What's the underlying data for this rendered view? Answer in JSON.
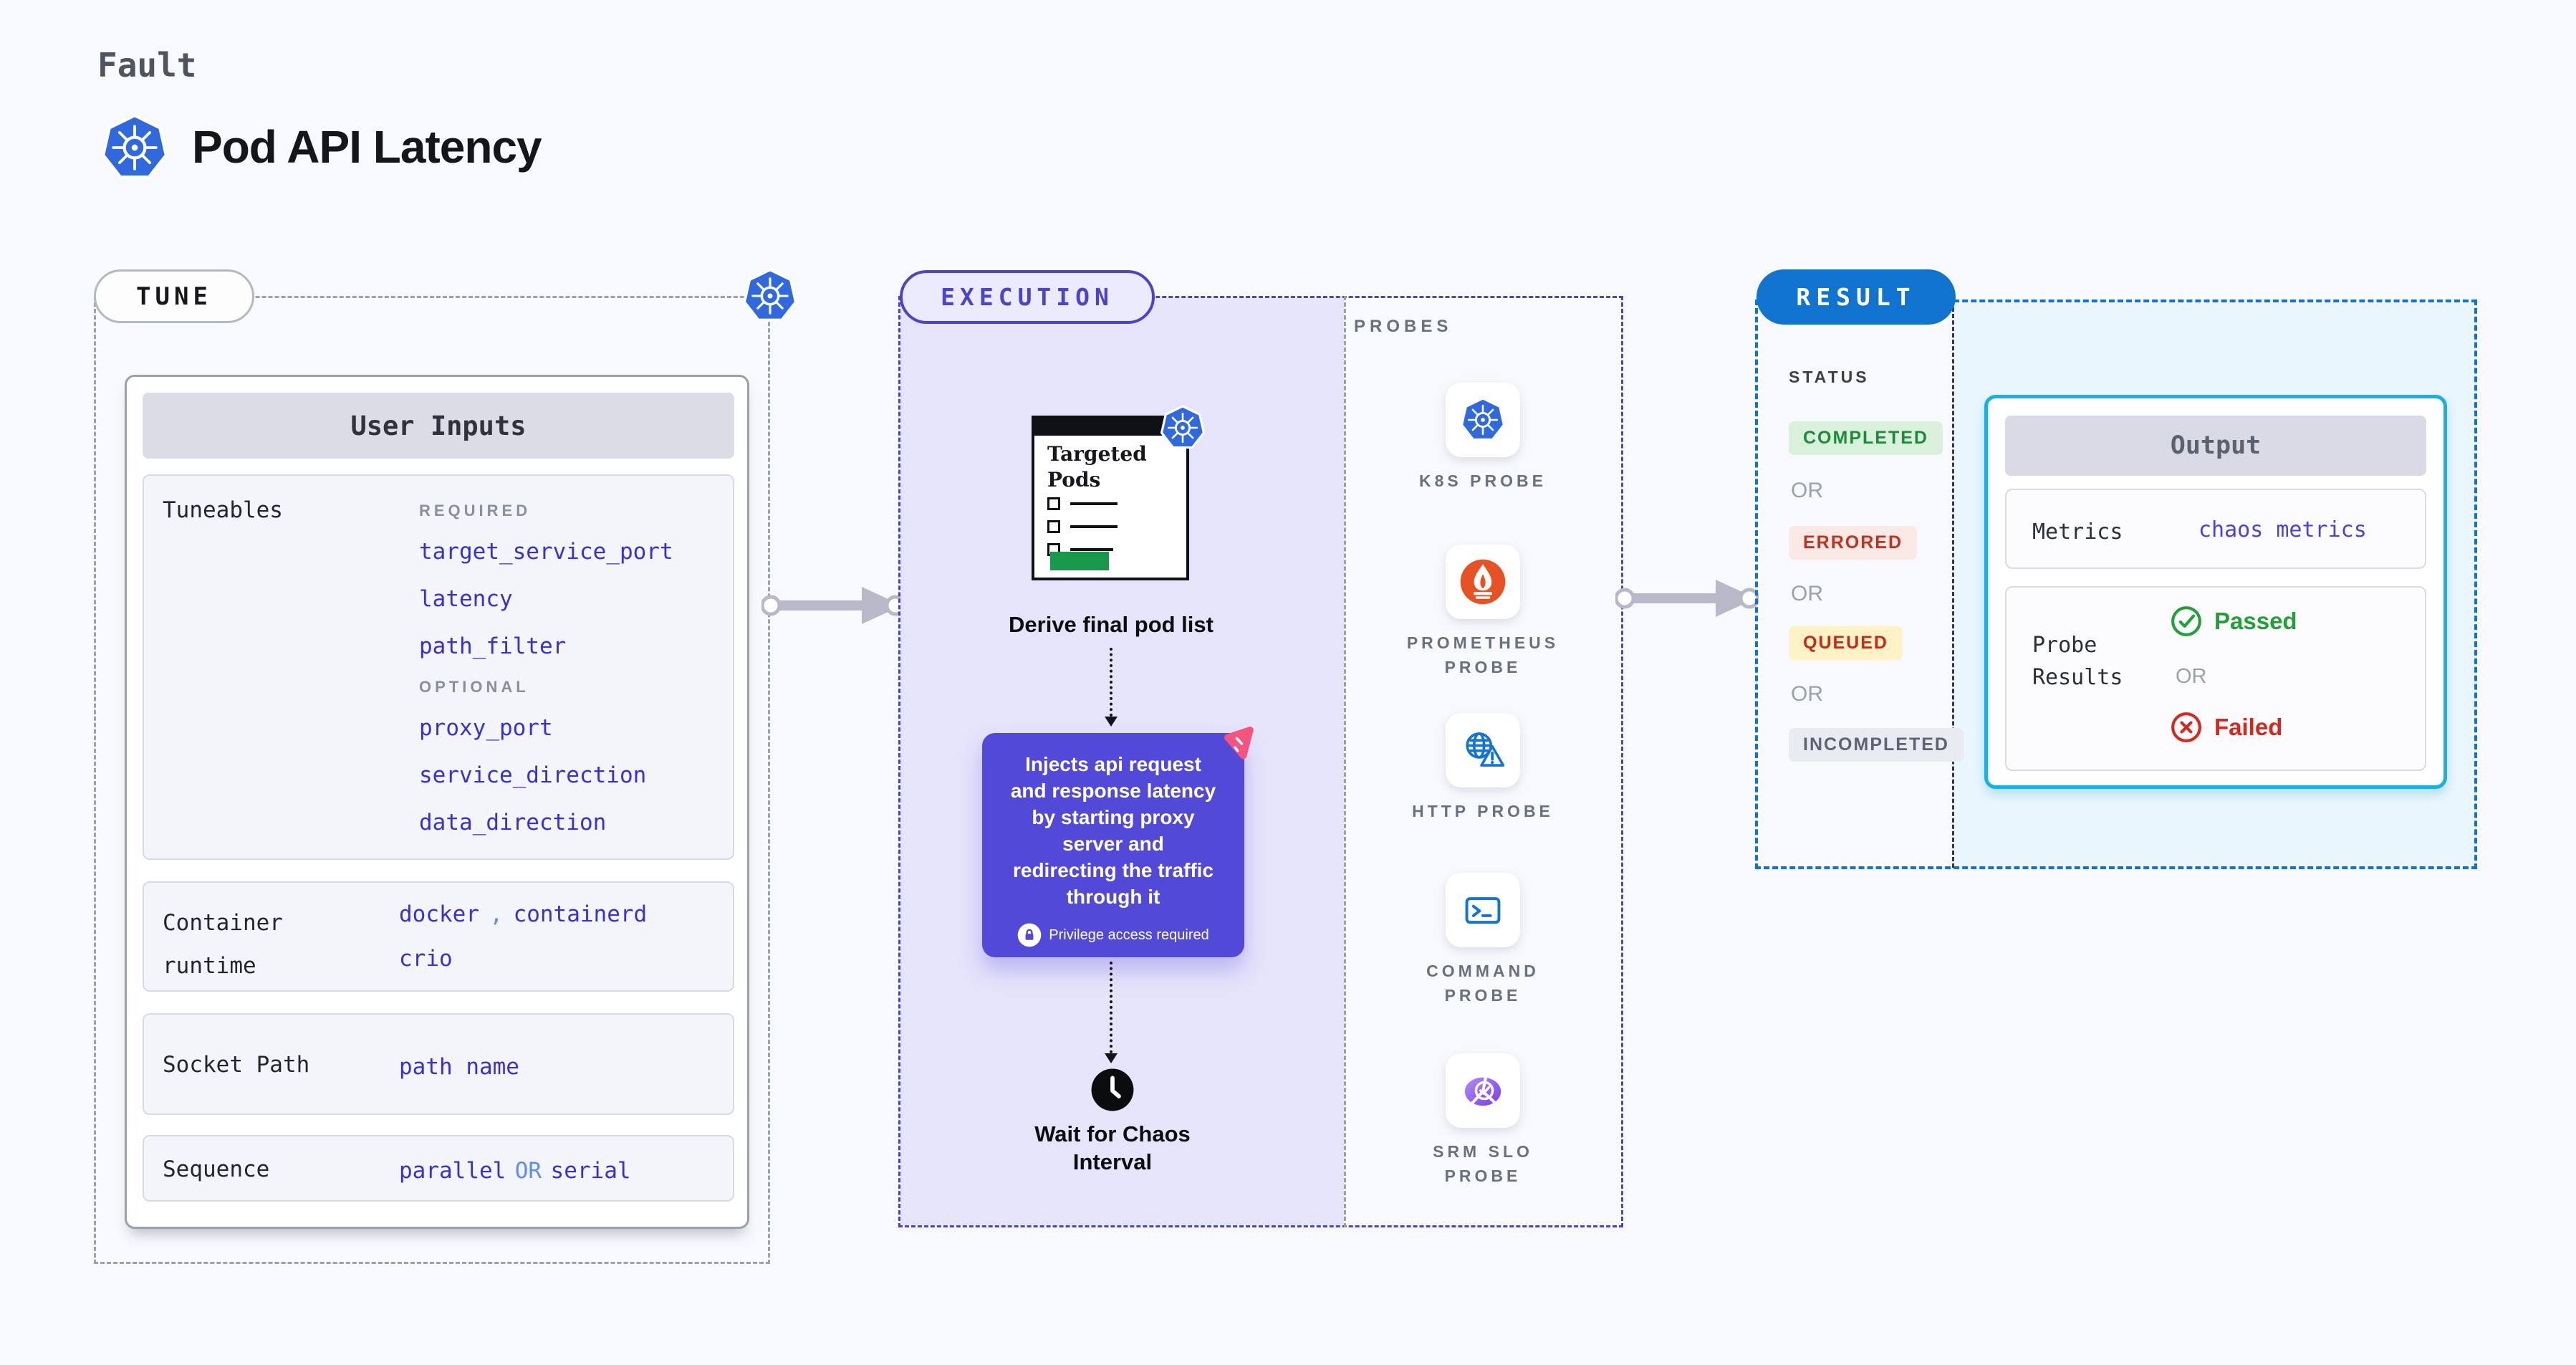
{
  "colors": {
    "background": "#f8f9fc",
    "tune_dash": "#9aa1ab",
    "execution_accent": "#4b44c8",
    "execution_fill": "#e6e4fb",
    "inject_purple": "#5349d9",
    "result_blue": "#1173d0",
    "output_border_cyan": "#15b1e9",
    "result_fill": "#e9f6fd",
    "value_indigo": "#392fd8",
    "or_lightblue": "#5d8df2",
    "passed_green": "#21a035",
    "failed_red": "#d8271a",
    "chaos_pink": "#f4547d",
    "kubernetes_blue": "#3069de",
    "prometheus_orange": "#e75225"
  },
  "header": {
    "eyebrow": "Fault",
    "title": "Pod API Latency"
  },
  "tune": {
    "pill": "TUNE",
    "user_inputs": {
      "title": "User Inputs",
      "tuneables": {
        "label": "Tuneables",
        "required_label": "REQUIRED",
        "required": [
          "target_service_port",
          "latency",
          "path_filter"
        ],
        "optional_label": "OPTIONAL",
        "optional": [
          "proxy_port",
          "service_direction",
          "data_direction"
        ]
      },
      "container_runtime": {
        "label": "Container\nruntime",
        "values": [
          "docker",
          "containerd",
          "crio"
        ],
        "separator": ","
      },
      "socket_path": {
        "label": "Socket Path",
        "value": "path name"
      },
      "sequence": {
        "label": "Sequence",
        "first": "parallel",
        "or": "OR",
        "second": "serial"
      }
    }
  },
  "execution": {
    "pill": "EXECUTION",
    "targeted_pods_title": "Targeted\nPods",
    "derive_label": "Derive final pod list",
    "inject_text": "Injects api request\nand response latency\nby starting proxy\nserver and\nredirecting the traffic\nthrough it",
    "privilege_note": "Privilege access required",
    "wait_label": "Wait for Chaos\nInterval"
  },
  "probes": {
    "title": "PROBES",
    "items": [
      {
        "label": "K8S PROBE",
        "icon": "kubernetes-icon"
      },
      {
        "label": "PROMETHEUS PROBE",
        "icon": "prometheus-icon"
      },
      {
        "label": "HTTP PROBE",
        "icon": "http-globe-warning-icon"
      },
      {
        "label": "COMMAND PROBE",
        "icon": "terminal-icon"
      },
      {
        "label": "SRM SLO PROBE",
        "icon": "slo-pie-check-icon"
      }
    ]
  },
  "result": {
    "pill": "RESULT",
    "status": {
      "label": "STATUS",
      "or": "OR",
      "badges": [
        "COMPLETED",
        "ERRORED",
        "QUEUED",
        "INCOMPLETED"
      ]
    },
    "output": {
      "title": "Output",
      "metrics_label": "Metrics",
      "metrics_value": "chaos metrics",
      "probe_results_label": "Probe\nResults",
      "passed": "Passed",
      "or": "OR",
      "failed": "Failed"
    }
  }
}
